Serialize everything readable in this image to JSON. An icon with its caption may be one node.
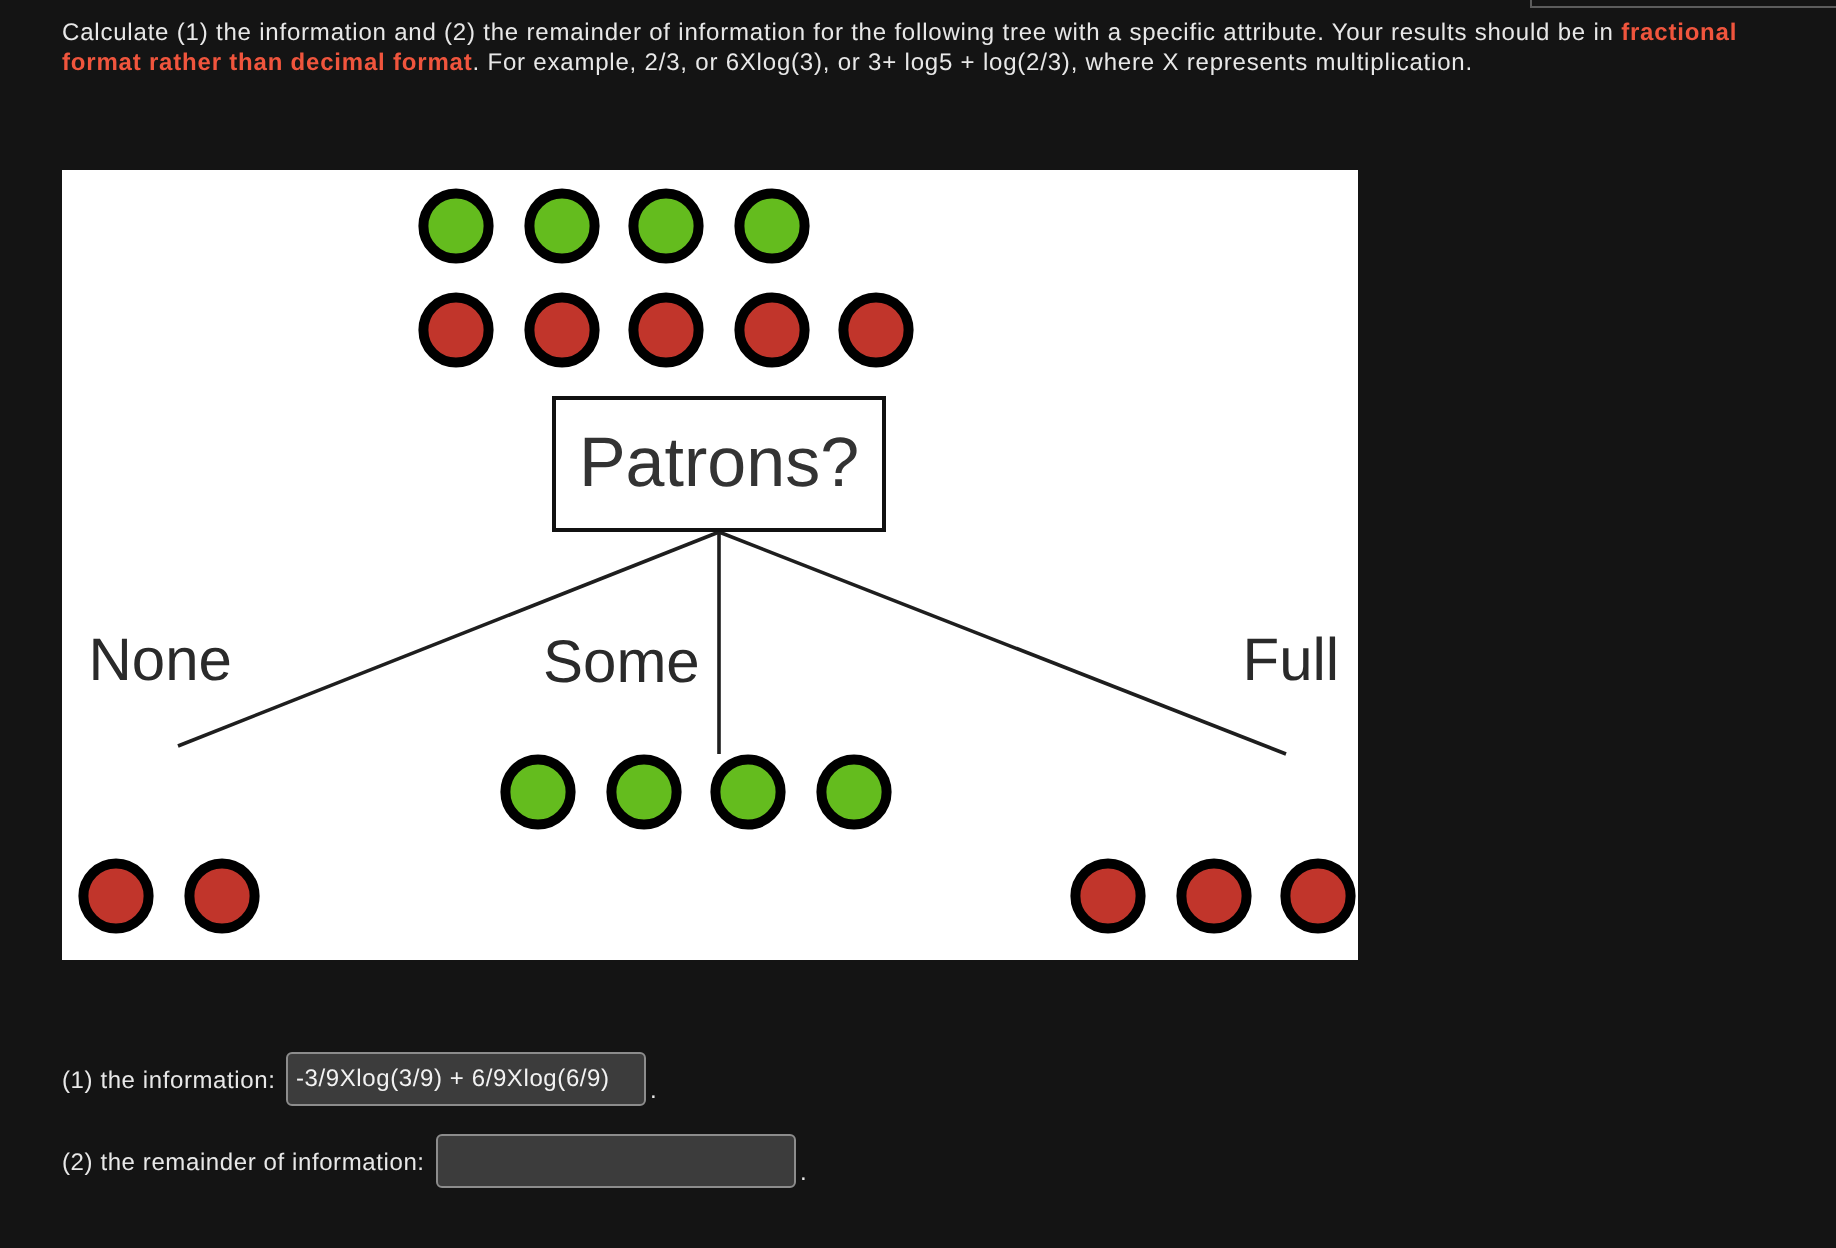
{
  "diagram": {
    "title": "Calculate (1) the information and (2) the remainder of information for the following tree with a specific attribute. Your results should be in **fractional format rather than decimal format**. For example, 2/3, or 6Xlog(3), or 3+ log5 + log(2/3), where X represents multiplication.",
    "nodes": [
      {
        "text": [],
        "shape": "circle"
      },
      {
        "text": [],
        "shape": "circle"
      },
      {
        "text": [],
        "shape": "circle"
      },
      {
        "text": [],
        "shape": "circle"
      },
      {
        "text": [],
        "shape": "circle"
      },
      {
        "text": [],
        "shape": "circle"
      },
      {
        "text": [],
        "shape": "circle"
      },
      {
        "text": [],
        "shape": "circle"
      },
      {
        "text": [],
        "shape": "circle"
      },
      {
        "text": [
          "Patrons?"
        ]
      },
      {
        "text": [],
        "shape": "circle"
      },
      {
        "text": [],
        "shape": "circle"
      },
      {
        "text": [],
        "shape": "circle"
      },
      {
        "text": [],
        "shape": "circle"
      },
      {
        "text": [],
        "shape": "circle"
      },
      {
        "text": [],
        "shape": "circle"
      },
      {
        "text": [],
        "shape": "circle"
      },
      {
        "text": [],
        "shape": "circle"
      },
      {
        "text": [],
        "shape": "circle"
      }
    ],
    "edges": [
      {
        "from": 9,
        "to": null,
        "arrow": "none",
        "label": "None"
      },
      {
        "from": 9,
        "to": 12,
        "arrow": "none",
        "label": "Some"
      },
      {
        "from": 9,
        "to": null,
        "arrow": "none",
        "label": "Full"
      }
    ],
    "labels": [
      "(1) the information:",
      "-3/9Xlog(3/9) + 6/9Xlog(6/9)",
      ".",
      "(2) the remainder of information:",
      "."
    ]
  }
}
